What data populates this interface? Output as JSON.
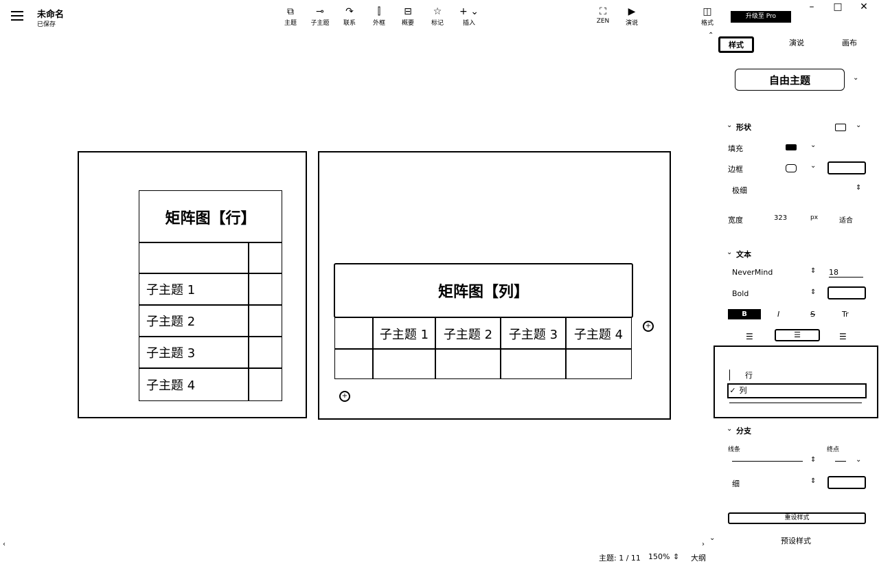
{
  "app": {
    "title": "未命名",
    "subtitle": "已保存"
  },
  "toolbar": {
    "items": [
      {
        "label": "主题",
        "icon": "topic-icon"
      },
      {
        "label": "子主题",
        "icon": "subtopic-icon"
      },
      {
        "label": "联系",
        "icon": "relationship-icon"
      },
      {
        "label": "外框",
        "icon": "boundary-icon"
      },
      {
        "label": "概要",
        "icon": "summary-icon"
      },
      {
        "label": "标记",
        "icon": "star-icon"
      },
      {
        "label": "插入",
        "icon": "plus-icon"
      }
    ],
    "right": [
      {
        "label": "ZEN",
        "icon": "fullscreen-icon"
      },
      {
        "label": "演说",
        "icon": "play-icon"
      }
    ],
    "format_label": "格式",
    "upgrade_label": "升级至 Pro"
  },
  "canvas": {
    "left": {
      "title": "矩阵图【行】",
      "rows": [
        "子主题 1",
        "子主题 2",
        "子主题 3",
        "子主题 4"
      ]
    },
    "right": {
      "title": "矩阵图【列】",
      "cols": [
        "子主题 1",
        "子主题 2",
        "子主题 3",
        "子主题 4"
      ]
    }
  },
  "panel": {
    "tabs": [
      "样式",
      "演说",
      "画布"
    ],
    "theme_button": "自由主题",
    "shape": {
      "section": "形状",
      "fill_label": "填充",
      "border_label": "边框",
      "thickness_value": "极细",
      "width_label": "宽度",
      "width_value": "323",
      "width_unit": "px",
      "fit_label": "适合"
    },
    "text": {
      "section": "文本",
      "font_family": "NeverMind",
      "font_size": "18",
      "font_weight": "Bold",
      "bold_label": "B",
      "italic_label": "I",
      "strike_label": "S",
      "case_label": "Tr"
    },
    "dropdown": {
      "options": [
        "行",
        "列"
      ],
      "selected": "列"
    },
    "branch": {
      "section": "分支",
      "line_label": "线条",
      "end_label": "终点",
      "thickness_value": "细"
    },
    "reset_button": "重设样式",
    "preset_label": "预设样式"
  },
  "status": {
    "topic_count": "主题: 1 / 11",
    "zoom": "150%",
    "outline": "大纲"
  }
}
